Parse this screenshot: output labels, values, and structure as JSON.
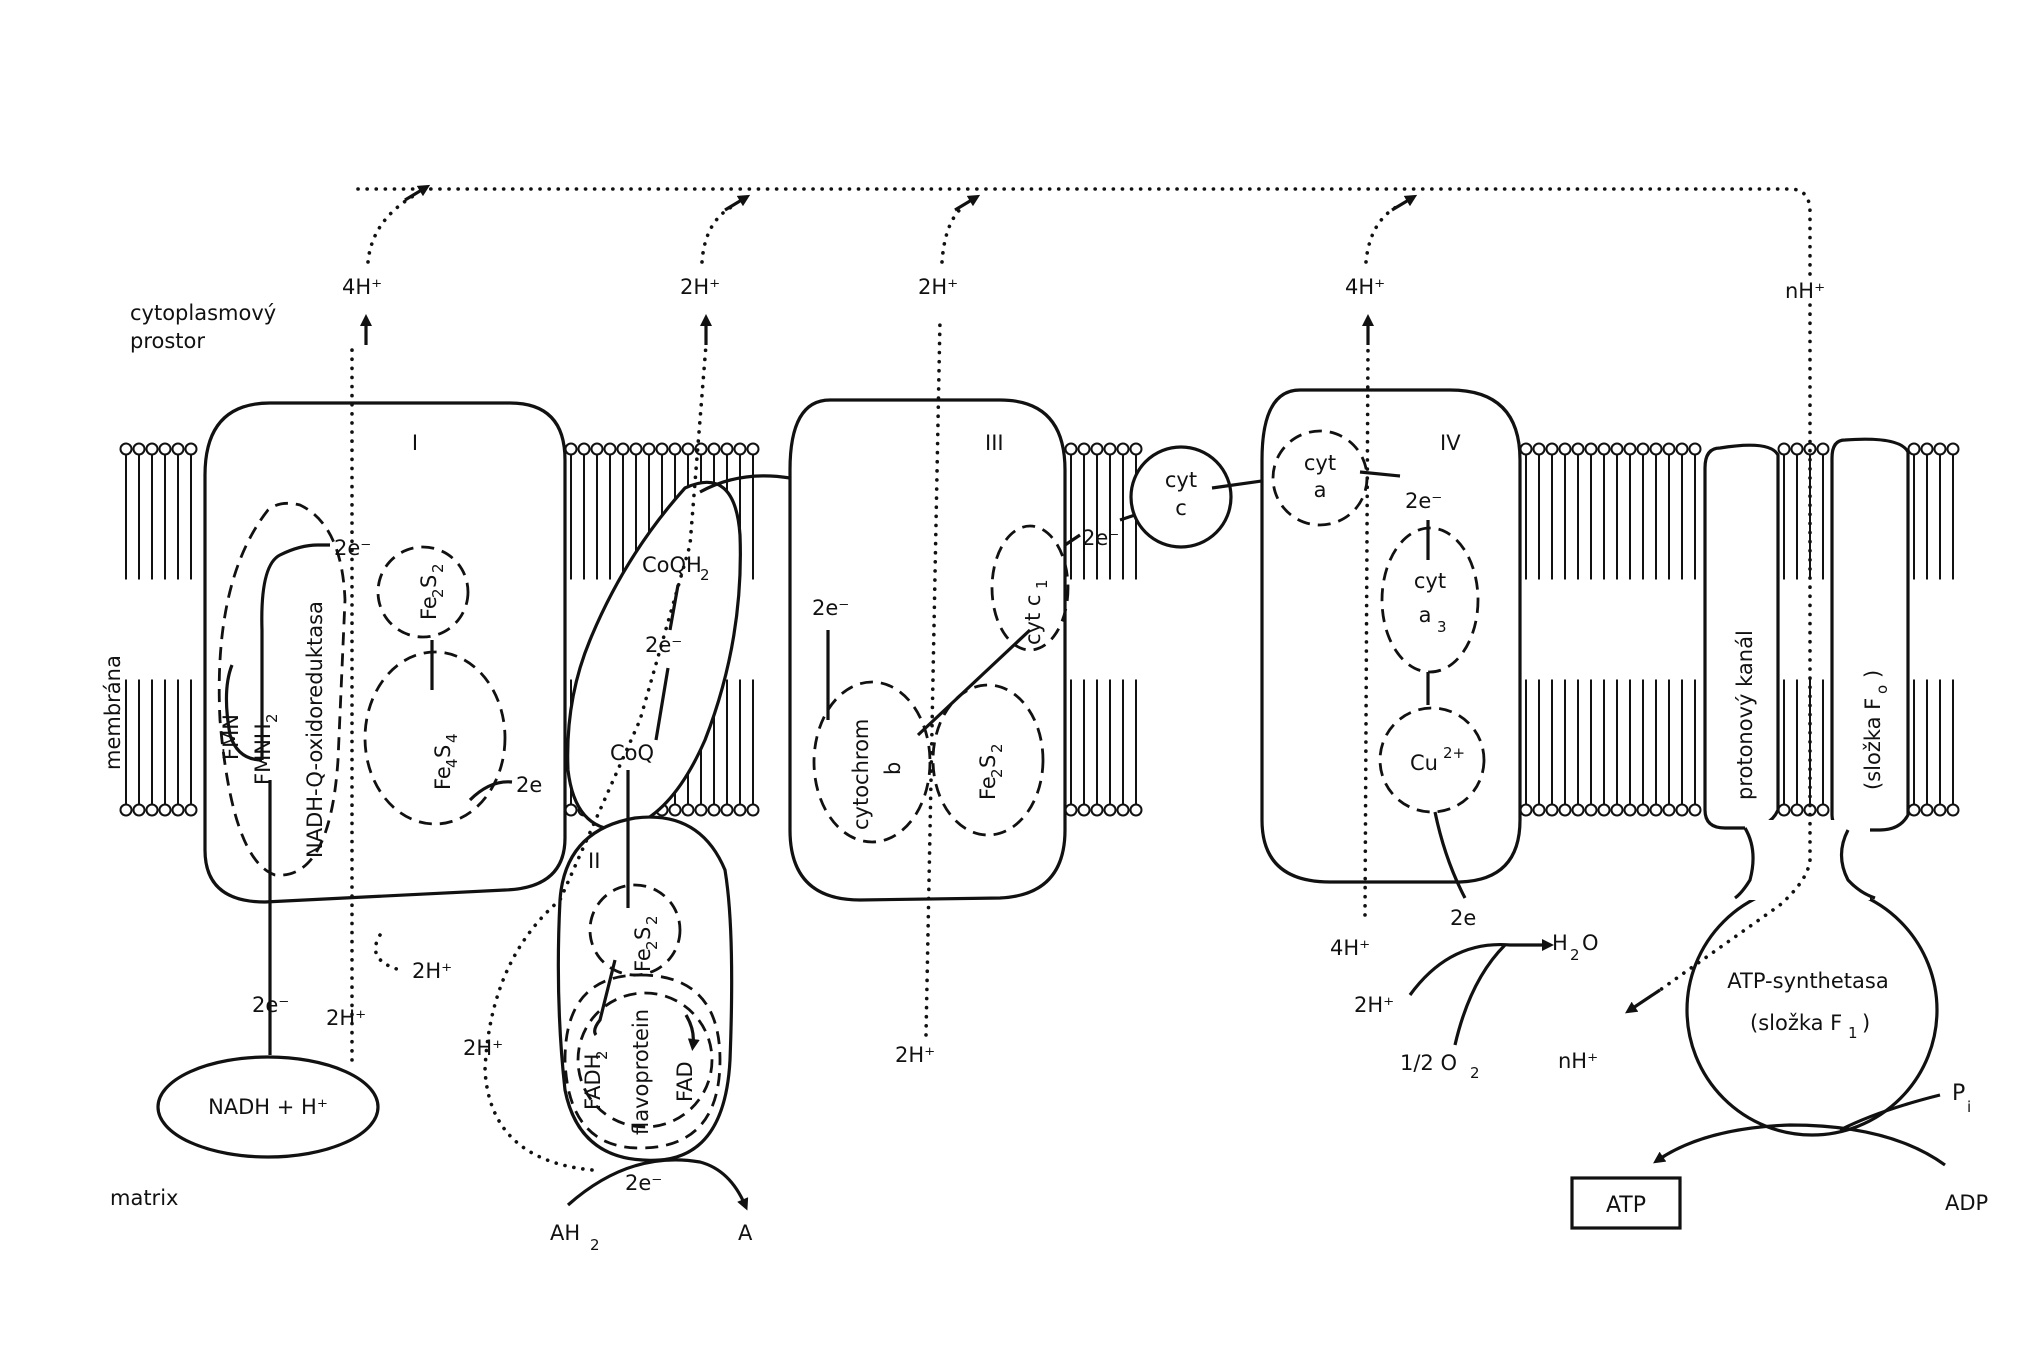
{
  "labels": {
    "cytoplasm_line1": "cytoplasmový",
    "cytoplasm_line2": "prostor",
    "membrane": "membrána",
    "matrix": "matrix"
  },
  "complexes": {
    "c1": "I",
    "c2": "II",
    "c3": "III",
    "c4": "IV"
  },
  "complex1": {
    "nadh_q_oxidoreductase": "NADH-Q-oxidoreduktasa",
    "fmn": "FMN",
    "fmnh2": "FMNH",
    "fmnh2_sub": "2",
    "fe2s2_main": "Fe",
    "fe2s2_sub1": "2",
    "fe2s2_s": "S",
    "fe2s2_sub2": "2",
    "fe4s4_main": "Fe",
    "fe4s4_sub1": "4",
    "fe4s4_s": "S",
    "fe4s4_sub2": "4",
    "e_top": "2e⁻",
    "e_bottom": "2e",
    "e_nadh": "2e⁻",
    "nadh": "NADH + H⁺"
  },
  "coq": {
    "coqh2": "CoQH",
    "coqh2_sub": "2",
    "e_mid": "2e⁻",
    "coq": "CoQ"
  },
  "complex2": {
    "fe2s2_main": "Fe",
    "fe2s2_sub1": "2",
    "fe2s2_s": "S",
    "fe2s2_sub2": "2",
    "fadh2": "FADH",
    "fadh2_sub": "2",
    "flavoprotein": "flavoprotein",
    "fad": "FAD",
    "e": "2e⁻",
    "ah2": "AH",
    "ah2_sub": "2",
    "a": "A"
  },
  "complex3": {
    "cytochrom": "cytochrom",
    "b": "b",
    "fe2s2_main": "Fe",
    "fe2s2_sub1": "2",
    "fe2s2_s": "S",
    "fe2s2_sub2": "2",
    "cyt_c1": "cyt c",
    "cyt_c1_sub": "1",
    "e_left": "2e⁻",
    "e_right": "2e⁻"
  },
  "cyt_c": {
    "line1": "cyt",
    "line2": "c"
  },
  "complex4": {
    "cyt_a_line1": "cyt",
    "cyt_a_line2": "a",
    "e_top": "2e⁻",
    "cyt_a3_line1": "cyt",
    "cyt_a3_line2": "a",
    "cyt_a3_sub": "3",
    "cu": "Cu",
    "cu_sup": "2+",
    "e_bottom": "2e",
    "h2o": "H",
    "h2o_sub": "2",
    "h2o_o": "O",
    "two_h": "2H⁺",
    "half_o2": "1/2 O",
    "half_o2_sub": "2"
  },
  "atp_synthase": {
    "proton_channel": "protonový kanál",
    "fo": "(složka F",
    "fo_sub": "o",
    "fo_close": ")",
    "name": "ATP-synthetasa",
    "f1": "(složka F",
    "f1_sub": "1",
    "f1_close": ")",
    "pi": "P",
    "pi_sub": "i",
    "adp": "ADP",
    "atp": "ATP"
  },
  "protons": {
    "p1_top": "4H⁺",
    "p1_bottom": "2H⁺",
    "p1_bottom_right": "2H⁺",
    "p2_top": "2H⁺",
    "p2_bottom": "2H⁺",
    "p3_top": "2H⁺",
    "p3_bottom": "2H⁺",
    "p4_top": "4H⁺",
    "p4_bottom": "4H⁺",
    "n_top": "nH⁺",
    "n_bottom": "nH⁺"
  }
}
